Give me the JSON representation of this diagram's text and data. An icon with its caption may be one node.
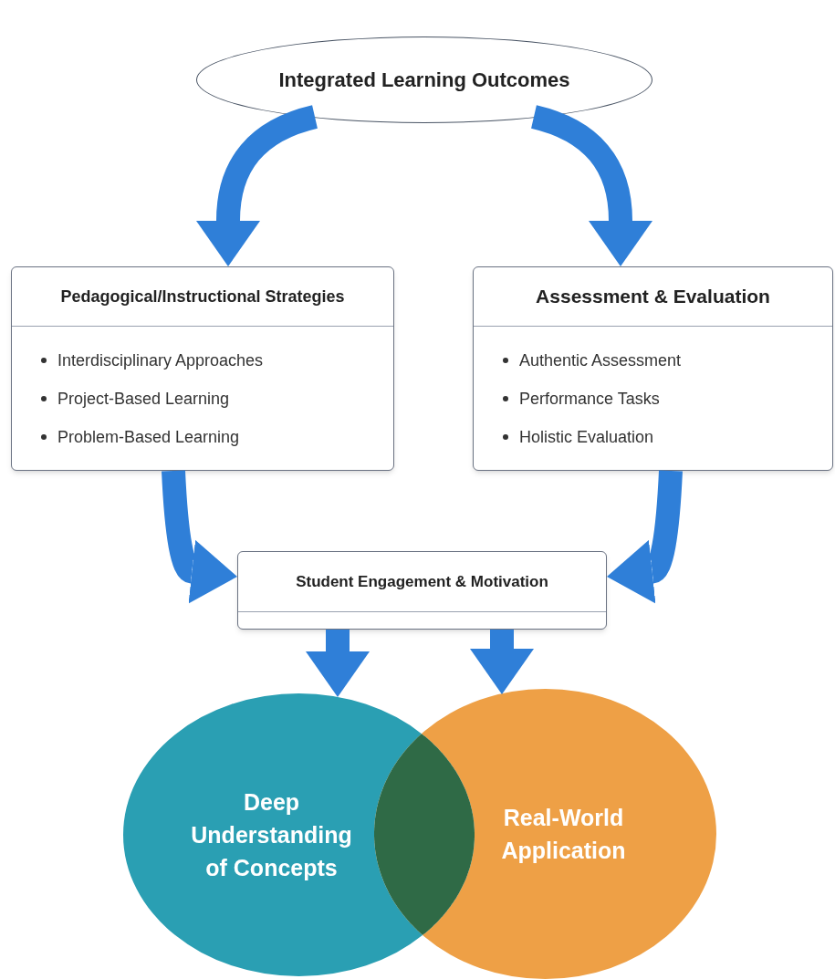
{
  "diagram": {
    "nodes": [
      {
        "text": [
          "Integrated Learning Outcomes"
        ]
      },
      {
        "text": [
          "Pedagogical/Instructional Strategies",
          "Interdisciplinary Approaches",
          "Project-Based Learning",
          "Problem-Based Learning"
        ]
      },
      {
        "text": [
          "Assessment & Evaluation",
          "Authentic Assessment",
          "Performance Tasks",
          "Holistic Evaluation"
        ]
      },
      {
        "text": [
          "Student Engagement & Motivation"
        ]
      },
      {
        "text": [
          "Deep Understanding of Concepts"
        ]
      },
      {
        "text": [
          "Real-World Application"
        ]
      },
      {
        "text": [],
        "shape": "lens"
      }
    ],
    "edges": [
      {
        "from": 0,
        "to": 1,
        "arrow": "to"
      },
      {
        "from": 0,
        "to": 2,
        "arrow": "to"
      },
      {
        "from": 1,
        "to": 3,
        "arrow": "to"
      },
      {
        "from": 2,
        "to": 3,
        "arrow": "to"
      },
      {
        "from": 3,
        "to": 4,
        "arrow": "to"
      },
      {
        "from": 3,
        "to": 5,
        "arrow": "to"
      }
    ]
  }
}
